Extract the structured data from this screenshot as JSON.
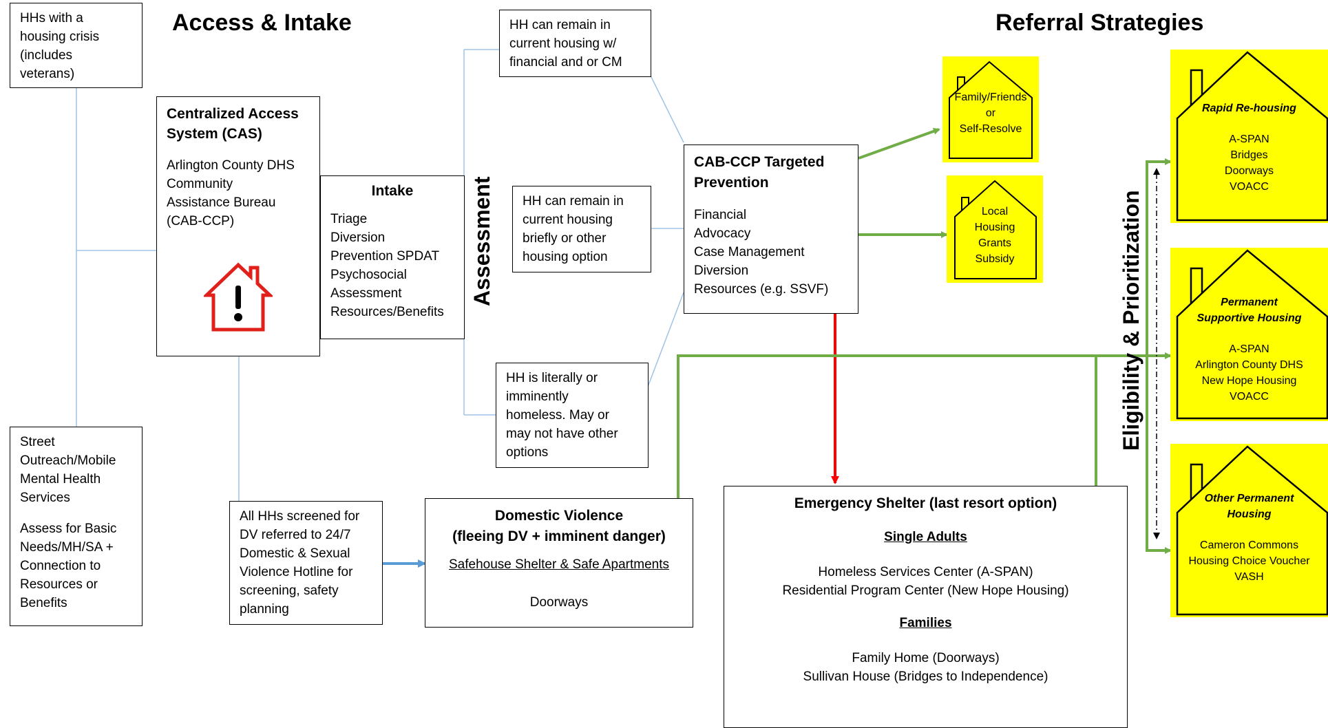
{
  "headings": {
    "access": "Access & Intake",
    "referral": "Referral Strategies",
    "assessment": "Assessment",
    "eligibility": "Eligibility & Prioritization"
  },
  "crisis_box": {
    "lines": [
      "HHs with a",
      "housing crisis",
      "(includes",
      "veterans)"
    ]
  },
  "cas_box": {
    "title": [
      "Centralized Access",
      "System (CAS)"
    ],
    "lines": [
      "Arlington County DHS",
      "Community",
      "Assistance Bureau",
      "(CAB-CCP)"
    ]
  },
  "intake_box": {
    "title": "Intake",
    "lines": [
      "Triage",
      "Diversion",
      "Prevention SPDAT",
      "Psychosocial",
      "Assessment",
      "Resources/Benefits"
    ]
  },
  "outreach_box": {
    "lines_a": [
      "Street",
      "Outreach/Mobile",
      "Mental Health",
      "Services"
    ],
    "lines_b": [
      "Assess for Basic",
      "Needs/MH/SA +",
      "Connection to",
      "Resources or",
      "Benefits"
    ]
  },
  "dv_screen_box": {
    "lines": [
      "All HHs screened for",
      "DV referred to 24/7",
      "Domestic & Sexual",
      "Violence Hotline for",
      "screening, safety",
      "planning"
    ]
  },
  "hh_remain_box": {
    "lines": [
      "HH can remain in",
      "current housing w/",
      "financial and or CM"
    ]
  },
  "hh_brief_box": {
    "lines": [
      "HH can remain in",
      "current housing",
      "briefly or other",
      "housing option"
    ]
  },
  "hh_homeless_box": {
    "lines": [
      "HH is literally or",
      "imminently",
      "homeless. May or",
      "may not have other",
      "options"
    ]
  },
  "prevention_box": {
    "title": [
      "CAB-CCP Targeted",
      "Prevention"
    ],
    "lines": [
      "Financial",
      "Advocacy",
      "Case Management",
      "Diversion",
      "Resources (e.g. SSVF)"
    ]
  },
  "dv_box": {
    "title": [
      "Domestic Violence",
      "(fleeing DV + imminent danger)"
    ],
    "subtitle": "Safehouse Shelter & Safe Apartments",
    "provider": "Doorways"
  },
  "shelter_box": {
    "title": "Emergency Shelter (last resort option)",
    "single_heading": "Single Adults",
    "single_lines": [
      "Homeless Services Center (A-SPAN)",
      "Residential Program Center (New Hope Housing)"
    ],
    "families_heading": "Families",
    "families_lines": [
      "Family Home (Doorways)",
      "Sullivan House (Bridges to Independence)"
    ]
  },
  "small_houses": [
    {
      "lines": [
        "Family/Friends",
        "or",
        "Self-Resolve"
      ]
    },
    {
      "lines": [
        "Local",
        "Housing",
        "Grants",
        "Subsidy"
      ]
    }
  ],
  "big_houses": [
    {
      "title": [
        "Rapid Re-housing"
      ],
      "lines": [
        "A-SPAN",
        "Bridges",
        "Doorways",
        "VOACC"
      ]
    },
    {
      "title": [
        "Permanent",
        "Supportive Housing"
      ],
      "lines": [
        "A-SPAN",
        "Arlington County DHS",
        "New Hope Housing",
        "VOACC"
      ]
    },
    {
      "title": [
        "Other Permanent",
        "Housing"
      ],
      "lines": [
        "Cameron Commons",
        "Housing Choice Voucher",
        "VASH"
      ]
    }
  ],
  "colors": {
    "connector_blue": "#9dc3e6",
    "arrow_blue": "#5b9bd5",
    "arrow_green": "#70ad47",
    "arrow_red": "#ff0000",
    "house_fill": "#ffff00",
    "alert_red": "#e0201b"
  },
  "icons": {
    "cas_icon": "house-alert-icon"
  }
}
